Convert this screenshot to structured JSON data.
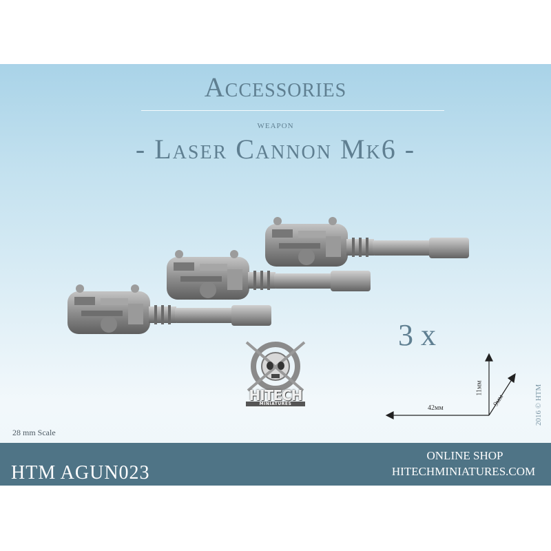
{
  "header": {
    "category": "Accessories",
    "subtitle": "weapon",
    "product_name": "- Laser Cannon Mk6 -"
  },
  "quantity": "3 x",
  "scale": "28 mm Scale",
  "copyright": "2016 © HTM",
  "dimensions": {
    "length": "42мм",
    "height": "11мм",
    "depth": "9мм"
  },
  "footer": {
    "product_code": "HTM AGUN023",
    "shop_line1": "ONLINE SHOP",
    "shop_line2": "HITECHMINIATURES.COM"
  },
  "logo": {
    "name": "HITECH",
    "tagline": "MINIATURES",
    "icon": "gear-skull-logo-icon"
  },
  "colors": {
    "banner": "#4f7486",
    "title": "#5f7f91",
    "sky_top": "#a9d3e8",
    "sky_bottom": "#eef6fa"
  }
}
